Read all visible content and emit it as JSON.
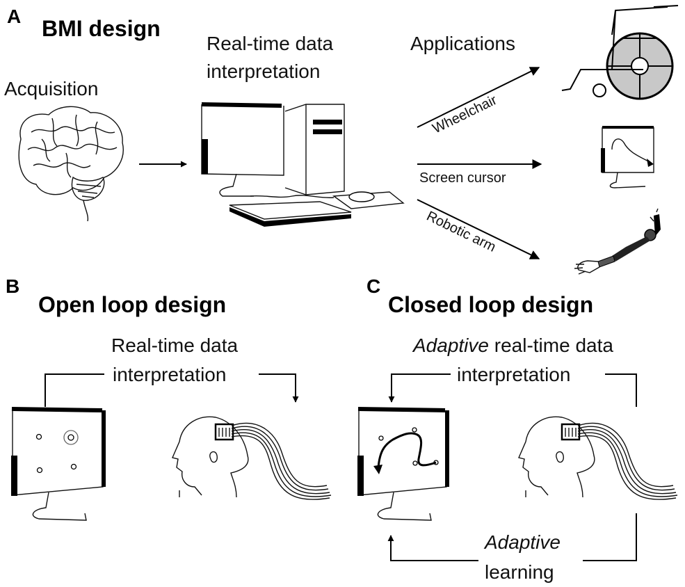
{
  "panelA": {
    "letter": "A",
    "title": "BMI design",
    "acquisition": "Acquisition",
    "interp_line1": "Real-time data",
    "interp_line2": "interpretation",
    "applications": "Applications",
    "wheelchair": "Wheelchair",
    "cursor": "Screen cursor",
    "arm": "Robotic arm"
  },
  "panelB": {
    "letter": "B",
    "title": "Open loop design",
    "interp_line1": "Real-time data",
    "interp_line2": "interpretation"
  },
  "panelC": {
    "letter": "C",
    "title": "Closed loop design",
    "adaptive": "Adaptive",
    "interp_line1_rest": " real-time data",
    "interp_line2": "interpretation",
    "learning_line1": "Adaptive",
    "learning_line2": "learning"
  }
}
